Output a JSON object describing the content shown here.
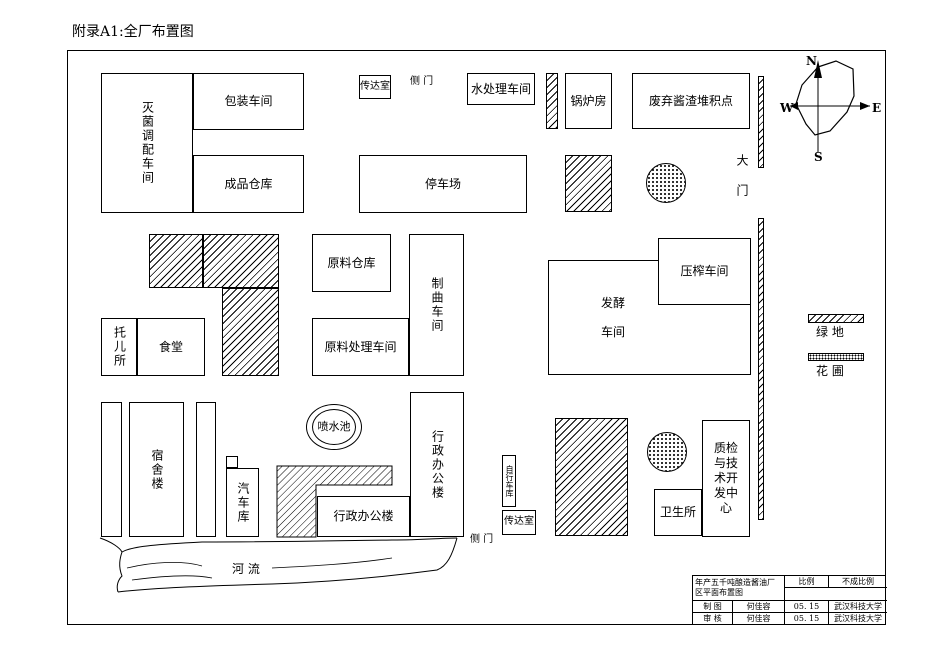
{
  "title": "附录A1:全厂布置图",
  "buildings": {
    "sterilize_mix": "灭菌调配车间",
    "packaging": "包装车间",
    "guard_room_top": "传达室",
    "side_gate_top": "侧 门",
    "water_treatment": "水处理车间",
    "boiler_room": "锅炉房",
    "waste_residue": "废弃酱渣堆积点",
    "finished_warehouse": "成品仓库",
    "parking": "停车场",
    "main_gate": "大门",
    "raw_warehouse": "原料仓库",
    "koji_workshop": "制曲车间",
    "fermentation_1": "发酵",
    "fermentation_2": "车间",
    "press_workshop": "压榨车间",
    "kindergarten": "托儿所",
    "canteen": "食堂",
    "raw_processing": "原料处理车间",
    "dormitory": "宿舍楼",
    "fountain": "喷水池",
    "garage": "汽车库",
    "admin_vertical": "行政办公楼",
    "admin_horizontal": "行政办公楼",
    "bicycle_shed": "自行车库",
    "guard_room_bottom": "传达室",
    "side_gate_bottom": "侧 门",
    "clinic": "卫生所",
    "qc_center": "质检与技术开发中心",
    "river": "河 流"
  },
  "compass": {
    "n": "N",
    "s": "S",
    "e": "E",
    "w": "W"
  },
  "legend": {
    "green": "绿 地",
    "garden": "花 圃"
  },
  "title_block": {
    "project": "年产五千吨酿造酱油厂区平面布置图",
    "scale_label": "比例",
    "scale_value": "不成比例",
    "row1_role": "制 图",
    "row1_name": "何佳容",
    "row1_date": "05. 15",
    "row1_org": "武汉科技大学",
    "row2_role": "审 核",
    "row2_name": "何佳容",
    "row2_date": "05. 15",
    "row2_org": "武汉科技大学"
  }
}
